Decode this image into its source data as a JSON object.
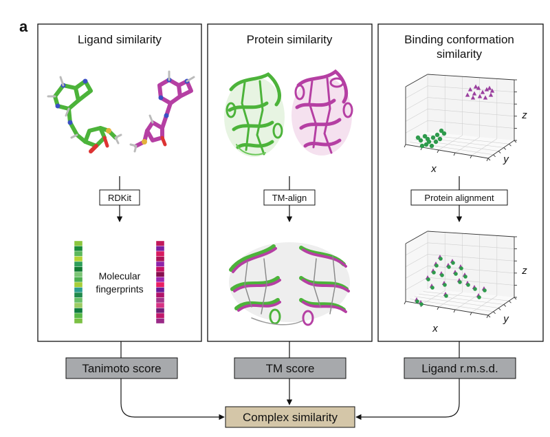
{
  "figure_label": "a",
  "panels": {
    "ligand": {
      "title": "Ligand similarity",
      "tool": "RDKit",
      "fingerprint_label_line1": "Molecular",
      "fingerprint_label_line2": "fingerprints",
      "score": "Tanimoto score"
    },
    "protein": {
      "title": "Protein similarity",
      "tool": "TM-align",
      "score": "TM score"
    },
    "binding": {
      "title_line1": "Binding conformation",
      "title_line2": "similarity",
      "tool": "Protein alignment",
      "score": "Ligand r.m.s.d.",
      "axis_x": "x",
      "axis_y": "y",
      "axis_z": "z"
    }
  },
  "final": "Complex similarity",
  "colors": {
    "green": "#4cb33a",
    "magenta": "#b53fa3",
    "scatter_green": "#2e9a4c",
    "scatter_purple": "#9a3f9e",
    "score_box": "#a7a9ac",
    "final_box": "#d4c6a8"
  }
}
